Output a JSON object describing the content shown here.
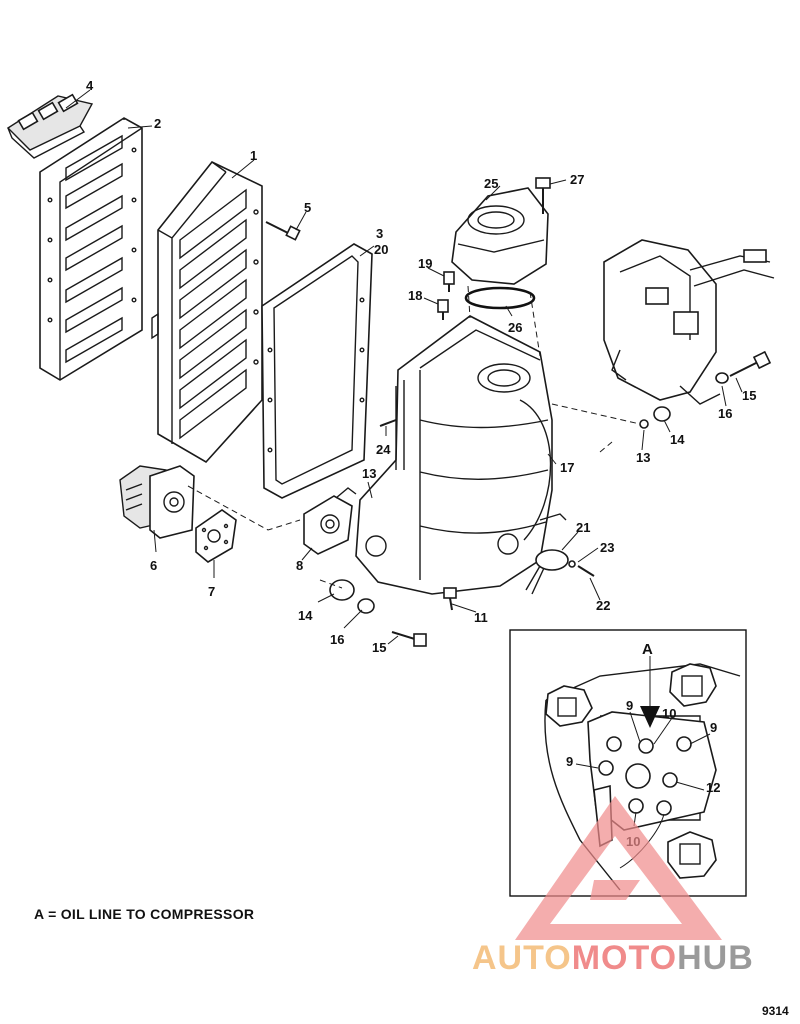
{
  "callouts": {
    "c1": "1",
    "c2": "2",
    "c3": "3",
    "c20": "20",
    "c4": "4",
    "c5": "5",
    "c6": "6",
    "c7": "7",
    "c8": "8",
    "c11": "11",
    "c13a": "13",
    "c13b": "13",
    "c14a": "14",
    "c14b": "14",
    "c15a": "15",
    "c15b": "15",
    "c16a": "16",
    "c16b": "16",
    "c17": "17",
    "c18": "18",
    "c19": "19",
    "c21": "21",
    "c22": "22",
    "c23": "23",
    "c24": "24",
    "c25": "25",
    "c26": "26",
    "c27": "27"
  },
  "detail": {
    "label_a": "A",
    "n9a": "9",
    "n9b": "9",
    "n9c": "9",
    "n10a": "10",
    "n10b": "10",
    "n12": "12"
  },
  "legend": {
    "note": "A = OIL LINE TO COMPRESSOR"
  },
  "figure": {
    "number": "9314"
  },
  "watermark": {
    "part1": "AUTO",
    "part2": "MOTO",
    "part3": "HUB"
  },
  "colors": {
    "watermark_red": "#f08b8b",
    "watermark_orange": "#f5c58a",
    "watermark_gray": "#9a9a9a"
  }
}
